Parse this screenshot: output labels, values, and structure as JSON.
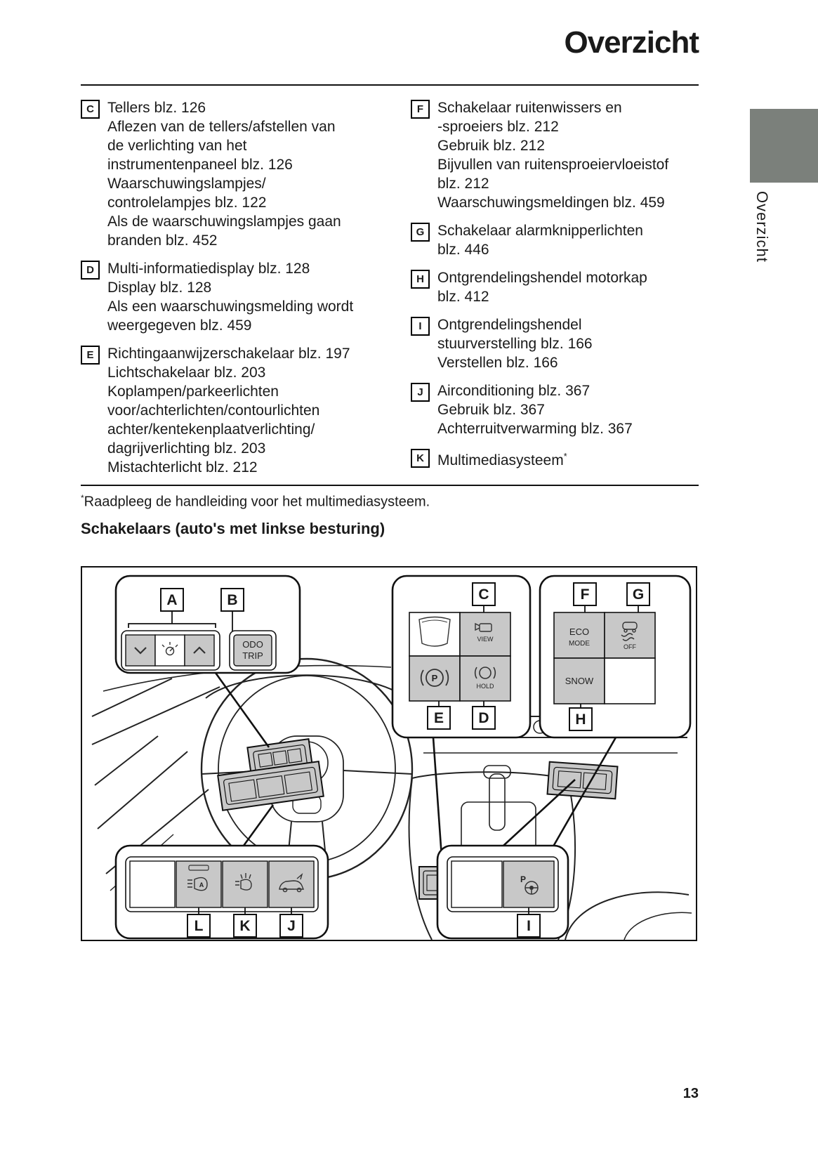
{
  "page": {
    "title": "Overzicht",
    "side_tab_label": "Overzicht",
    "page_number": "13"
  },
  "legend": {
    "left": [
      {
        "letter": "C",
        "lines": [
          "Tellers blz. 126",
          "Aflezen van de tellers/afstellen van",
          "de verlichting van het",
          "instrumentenpaneel blz. 126",
          "Waarschuwingslampjes/",
          "controlelampjes blz. 122",
          "Als de waarschuwingslampjes gaan",
          "branden blz. 452"
        ]
      },
      {
        "letter": "D",
        "lines": [
          "Multi-informatiedisplay blz. 128",
          "Display blz. 128",
          "Als een waarschuwingsmelding wordt",
          "weergegeven blz. 459"
        ]
      },
      {
        "letter": "E",
        "lines": [
          "Richtingaanwijzerschakelaar blz. 197",
          "Lichtschakelaar blz. 203",
          "Koplampen/parkeerlichten",
          "voor/achterlichten/contourlichten",
          "achter/kentekenplaatverlichting/",
          "dagrijverlichting blz. 203",
          "Mistachterlicht blz. 212"
        ]
      }
    ],
    "right": [
      {
        "letter": "F",
        "lines": [
          "Schakelaar ruitenwissers en",
          "-sproeiers blz. 212",
          "Gebruik blz. 212",
          "Bijvullen van ruitensproeiervloeistof",
          "blz. 212",
          "Waarschuwingsmeldingen blz. 459"
        ]
      },
      {
        "letter": "G",
        "lines": [
          "Schakelaar alarmknipperlichten",
          "blz. 446"
        ]
      },
      {
        "letter": "H",
        "lines": [
          "Ontgrendelingshendel motorkap",
          "blz. 412"
        ]
      },
      {
        "letter": "I",
        "lines": [
          "Ontgrendelingshendel",
          "stuurverstelling blz. 166",
          "Verstellen blz. 166"
        ]
      },
      {
        "letter": "J",
        "lines": [
          "Airconditioning blz. 367",
          "Gebruik blz. 367",
          "Achterruitverwarming blz. 367"
        ]
      },
      {
        "letter": "K",
        "lines": [
          "Multimediasysteem"
        ],
        "sup": "*"
      }
    ]
  },
  "footnote": {
    "sup": "*",
    "text": "Raadpleeg de handleiding voor het multimediasysteem."
  },
  "diagram": {
    "heading": "Schakelaars (auto's met linkse besturing)",
    "callout_labels": {
      "a": "A",
      "b": "B",
      "c": "C",
      "d": "D",
      "e": "E",
      "f": "F",
      "g": "G",
      "h": "H",
      "i": "I",
      "j": "J",
      "k": "K",
      "l": "L"
    },
    "button_text": {
      "odo1": "ODO",
      "odo2": "TRIP",
      "view": "VIEW",
      "hold": "HOLD",
      "eco1": "ECO",
      "eco2": "MODE",
      "off": "OFF",
      "snow": "SNOW",
      "p": "P"
    }
  },
  "colors": {
    "button_gray": "#c8c8c8",
    "side_tab_gray": "#7b807b",
    "text": "#1a1a1a"
  }
}
